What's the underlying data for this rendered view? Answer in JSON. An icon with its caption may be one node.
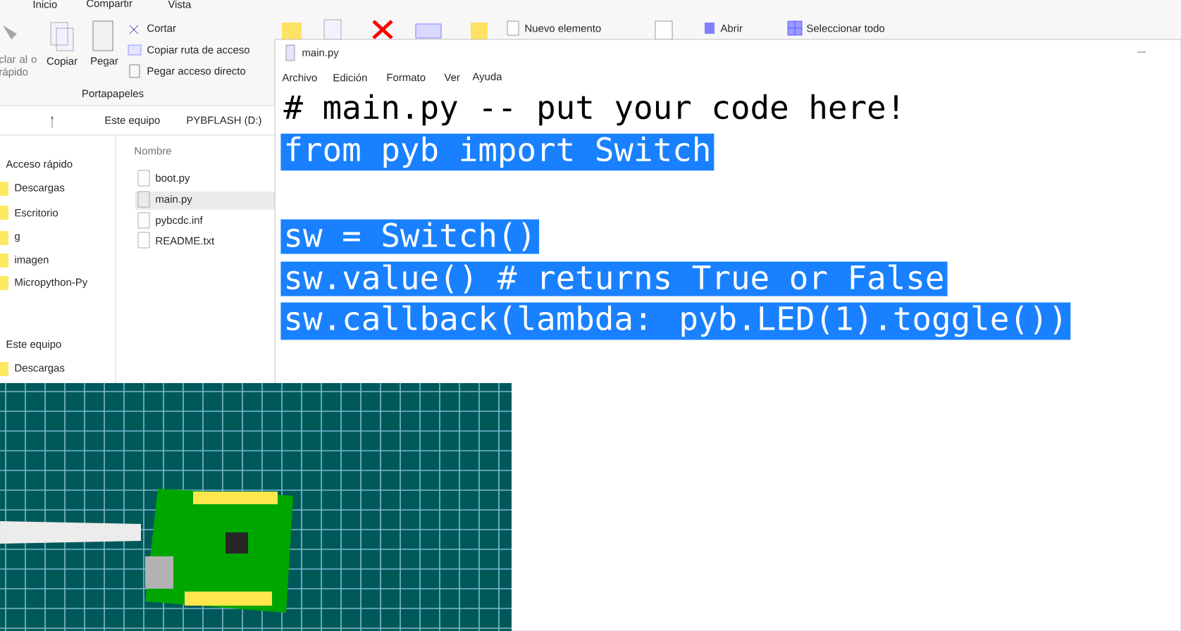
{
  "diagram": {
    "labels": [
      "Inicio",
      "Compartir",
      "Vista",
      "clar al o rápido",
      "Copiar",
      "Pegar",
      "Cortar",
      "Copiar ruta de acceso",
      "Pegar acceso directo",
      "Portapapeles",
      "Nuevo elemento",
      "Abrir",
      "Seleccionar todo",
      "Este equipo",
      "PYBFLASH (D:)",
      "Nombre",
      "Acceso rápido",
      "Descargas",
      "Escritorio",
      "g",
      "imagen",
      "Micropython-Py",
      "Este equipo",
      "Descargas",
      "boot.py",
      "main.py",
      "pybcdc.inf",
      "README.txt",
      "main.py",
      "Archivo",
      "Edición",
      "Formato",
      "Ver",
      "Ayuda",
      "# main.py -- put your code here!",
      "from pyb import Switch",
      "sw = Switch()",
      "sw.value() # returns True or False",
      "sw.callback(lambda: pyb.LED(1).toggle())"
    ]
  }
}
